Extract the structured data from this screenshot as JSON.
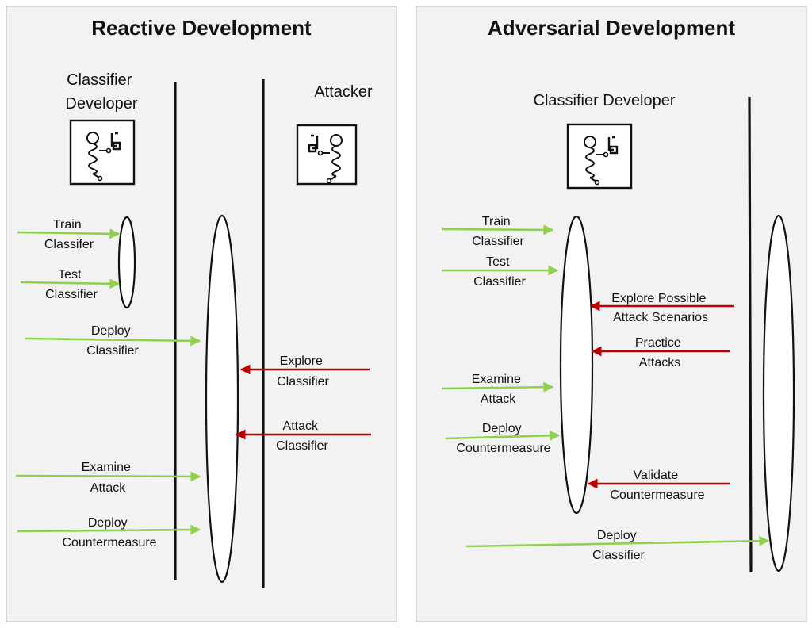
{
  "colors": {
    "panel_bg": "#f2f2f2",
    "panel_border": "#b8b8b8",
    "developer_arrow": "#8fd14f",
    "attacker_arrow": "#c00000",
    "lifeline": "#111111"
  },
  "reactive": {
    "title": "Reactive Development",
    "developer_label": [
      "Classifier",
      "Developer"
    ],
    "attacker_label": "Attacker",
    "developer_icon": "scientist-icon",
    "attacker_icon": "attacker-icon",
    "steps": [
      {
        "lines": [
          "Train",
          "Classifer"
        ],
        "actor": "developer"
      },
      {
        "lines": [
          "Test",
          "Classifier"
        ],
        "actor": "developer"
      },
      {
        "lines": [
          "Deploy",
          "Classifier"
        ],
        "actor": "developer"
      },
      {
        "lines": [
          "Explore",
          "Classifier"
        ],
        "actor": "attacker"
      },
      {
        "lines": [
          "Attack",
          "Classifier"
        ],
        "actor": "attacker"
      },
      {
        "lines": [
          "Examine",
          "Attack"
        ],
        "actor": "developer"
      },
      {
        "lines": [
          "Deploy",
          "Countermeasure"
        ],
        "actor": "developer"
      }
    ]
  },
  "adversarial": {
    "title": "Adversarial Development",
    "developer_label": [
      "Classifier Developer"
    ],
    "developer_icon": "scientist-icon",
    "steps": [
      {
        "lines": [
          "Train",
          "Classifier"
        ],
        "actor": "developer"
      },
      {
        "lines": [
          "Test",
          "Classifier"
        ],
        "actor": "developer"
      },
      {
        "lines": [
          "Explore Possible",
          "Attack Scenarios"
        ],
        "actor": "attacker"
      },
      {
        "lines": [
          "Practice",
          "Attacks"
        ],
        "actor": "attacker"
      },
      {
        "lines": [
          "Examine",
          "Attack"
        ],
        "actor": "developer"
      },
      {
        "lines": [
          "Deploy",
          "Countermeasure"
        ],
        "actor": "developer"
      },
      {
        "lines": [
          "Validate",
          "Countermeasure"
        ],
        "actor": "attacker"
      },
      {
        "lines": [
          "Deploy",
          "Classifier"
        ],
        "actor": "developer"
      }
    ]
  }
}
